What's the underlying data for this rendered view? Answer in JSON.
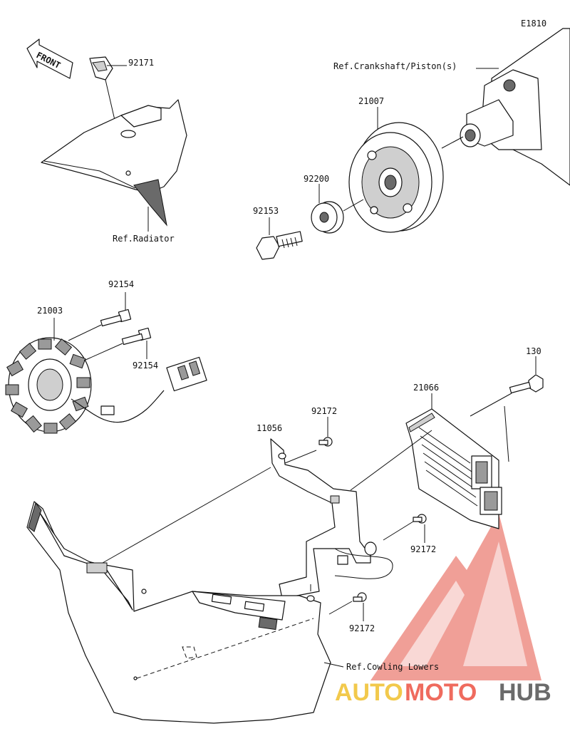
{
  "diagram": {
    "code": "E1810",
    "front_label": "FRONT",
    "parts": {
      "p92171": "92171",
      "p21007": "21007",
      "p92200": "92200",
      "p92153": "92153",
      "p92154a": "92154",
      "p92154b": "92154",
      "p21003": "21003",
      "p130": "130",
      "p21066": "21066",
      "p92172a": "92172",
      "p92172b": "92172",
      "p92172c": "92172",
      "p11056": "11056"
    },
    "refs": {
      "crankshaft": "Ref.Crankshaft/Piston(s)",
      "radiator": "Ref.Radiator",
      "cowling": "Ref.Cowling Lowers"
    }
  },
  "watermark": {
    "auto": "AUTO",
    "moto": "MOTO",
    "hub": "HUB",
    "colors": {
      "auto": "#f2c94c",
      "moto": "#ef6b5e",
      "hub": "#6b6b6b",
      "logo": "#ec9a93"
    }
  }
}
